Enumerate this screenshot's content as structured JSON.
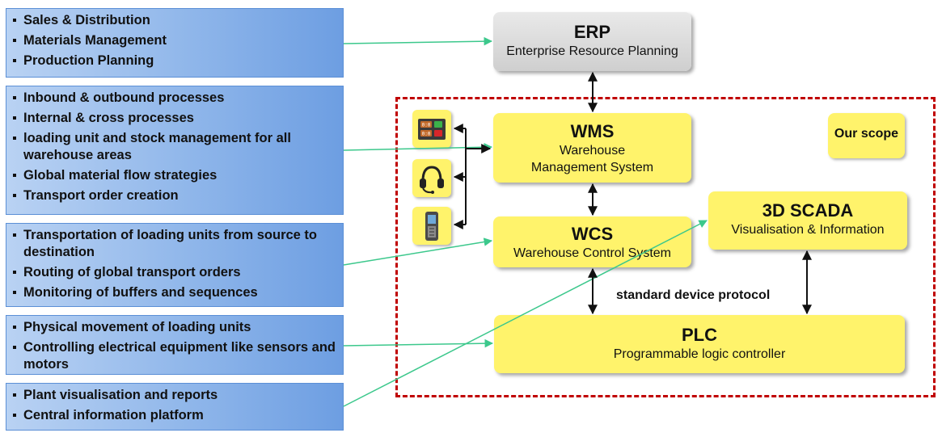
{
  "left_boxes": [
    {
      "items": [
        "Sales & Distribution",
        "Materials Management",
        "Production Planning"
      ]
    },
    {
      "items": [
        "Inbound & outbound processes",
        "Internal & cross processes",
        "loading unit and stock management for all warehouse areas",
        "Global material flow strategies",
        "Transport order creation"
      ]
    },
    {
      "items": [
        "Transportation of loading units from source to destination",
        "Routing of global transport orders",
        "Monitoring of buffers and sequences"
      ]
    },
    {
      "items": [
        "Physical movement of loading units",
        "Controlling electrical equipment like sensors and motors"
      ]
    },
    {
      "items": [
        "Plant visualisation and reports",
        "Central information platform"
      ]
    }
  ],
  "nodes": {
    "erp": {
      "title": "ERP",
      "sub": "Enterprise Resource Planning"
    },
    "wms": {
      "title": "WMS",
      "sub1": "Warehouse",
      "sub2": "Management System"
    },
    "wcs": {
      "title": "WCS",
      "sub": "Warehouse Control System"
    },
    "scada": {
      "title": "3D SCADA",
      "sub": "Visualisation & Information"
    },
    "plc": {
      "title": "PLC",
      "sub": "Programmable logic controller"
    }
  },
  "scope_label": "Our scope",
  "protocol_label": "standard device protocol",
  "devices": [
    "control-panel-icon",
    "headset-icon",
    "handheld-scanner-icon"
  ],
  "colors": {
    "node_yellow": "#fff36b",
    "scope_border": "#c00000",
    "connector_green": "#3cc88c",
    "left_box_blue": "#8fb6ea"
  }
}
